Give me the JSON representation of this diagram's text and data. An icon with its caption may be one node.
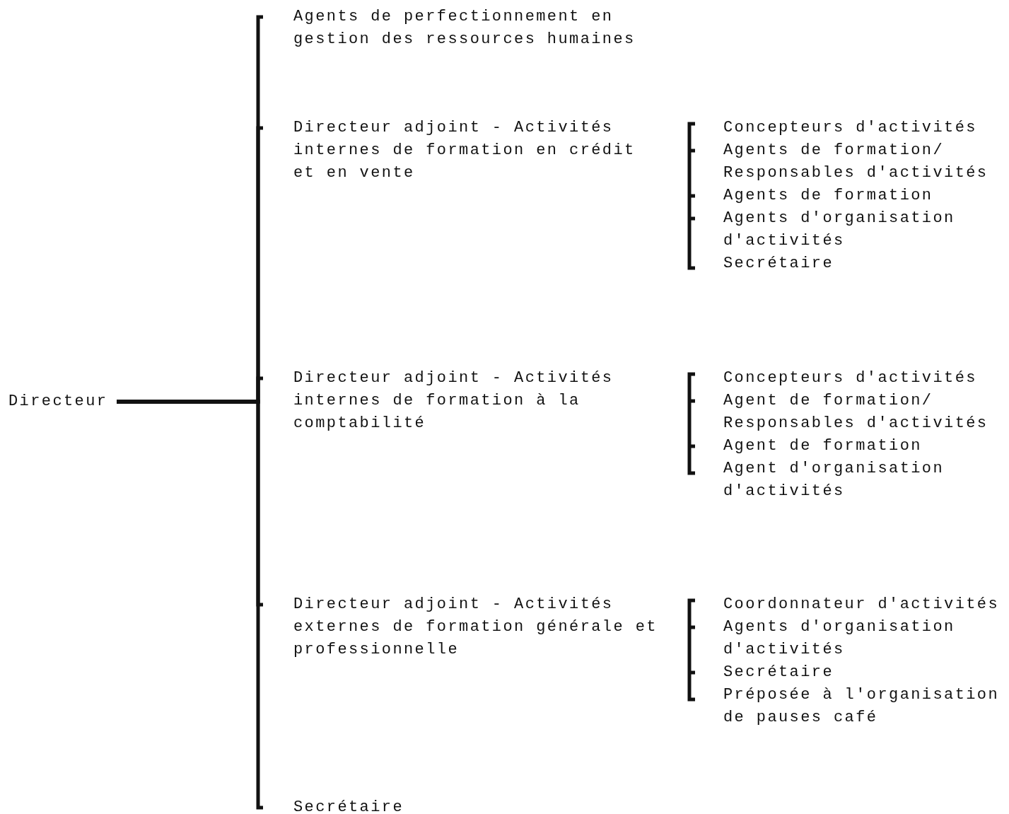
{
  "diagram": {
    "nodes": [
      {
        "text": [
          "Directeur"
        ]
      },
      {
        "text": [
          "Agents de perfectionnement en gestion des ressources humaines"
        ]
      },
      {
        "text": [
          "Directeur adjoint - Activités internes de formation en crédit et en vente"
        ]
      },
      {
        "text": [
          "Directeur adjoint - Activités internes de formation à la comptabilité"
        ]
      },
      {
        "text": [
          "Directeur adjoint - Activités externes de formation générale et professionnelle"
        ]
      },
      {
        "text": [
          "Secrétaire"
        ]
      },
      {
        "text": [
          "Concepteurs d'activités"
        ]
      },
      {
        "text": [
          "Agents de formation/ Responsables d'activités"
        ]
      },
      {
        "text": [
          "Agents de formation"
        ]
      },
      {
        "text": [
          "Agents d'organisation d'activités"
        ]
      },
      {
        "text": [
          "Secrétaire"
        ]
      },
      {
        "text": [
          "Concepteurs d'activités"
        ]
      },
      {
        "text": [
          "Agent de formation/ Responsables d'activités"
        ]
      },
      {
        "text": [
          "Agent de formation"
        ]
      },
      {
        "text": [
          "Agent d'organisation d'activités"
        ]
      },
      {
        "text": [
          "Coordonnateur d'activités"
        ]
      },
      {
        "text": [
          "Agents d'organisation d'activités"
        ]
      },
      {
        "text": [
          "Secrétaire"
        ]
      },
      {
        "text": [
          "Préposée à l'organisation de pauses café"
        ]
      }
    ],
    "edges": [
      {
        "from": 0,
        "to": 1,
        "arrow": "none"
      },
      {
        "from": 0,
        "to": 2,
        "arrow": "none"
      },
      {
        "from": 0,
        "to": 3,
        "arrow": "none"
      },
      {
        "from": 0,
        "to": 4,
        "arrow": "none"
      },
      {
        "from": 0,
        "to": 5,
        "arrow": "none"
      }
    ]
  }
}
